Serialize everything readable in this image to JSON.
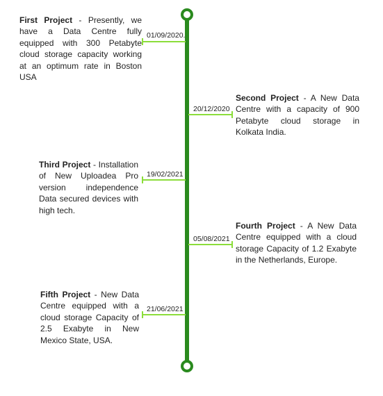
{
  "projects": [
    {
      "title": "First Project",
      "separator": " - ",
      "text": "Presently, we have a Data Centre fully equipped with 300 Petabyte cloud storage capacity working at an optimum rate in Boston USA",
      "date": "01/09/2020."
    },
    {
      "title": "Second Project",
      "separator": " - ",
      "text": "A New Data Centre with a capacity of 900 Petabyte cloud storage in Kolkata India.",
      "date": "20/12/2020"
    },
    {
      "title": "Third Project",
      "separator": " - ",
      "text": "Installation of New Uploadea Pro version independence Data secured devices with high tech.",
      "date": "19/02/2021"
    },
    {
      "title": "Fourth Project",
      "separator": " - ",
      "text": "A New Data Centre equipped with a cloud storage Capacity of 1.2 Exabyte in the Netherlands, Europe.",
      "date": "05/08/2021"
    },
    {
      "title": "Fifth Project",
      "separator": " - ",
      "text": "New Data Centre equipped with a cloud storage Capacity of 2.5 Exabyte in New Mexico State, USA.",
      "date": "21/06/2021"
    }
  ],
  "colors": {
    "spine": "#2a8a1e",
    "connector": "#8bdd3a"
  }
}
